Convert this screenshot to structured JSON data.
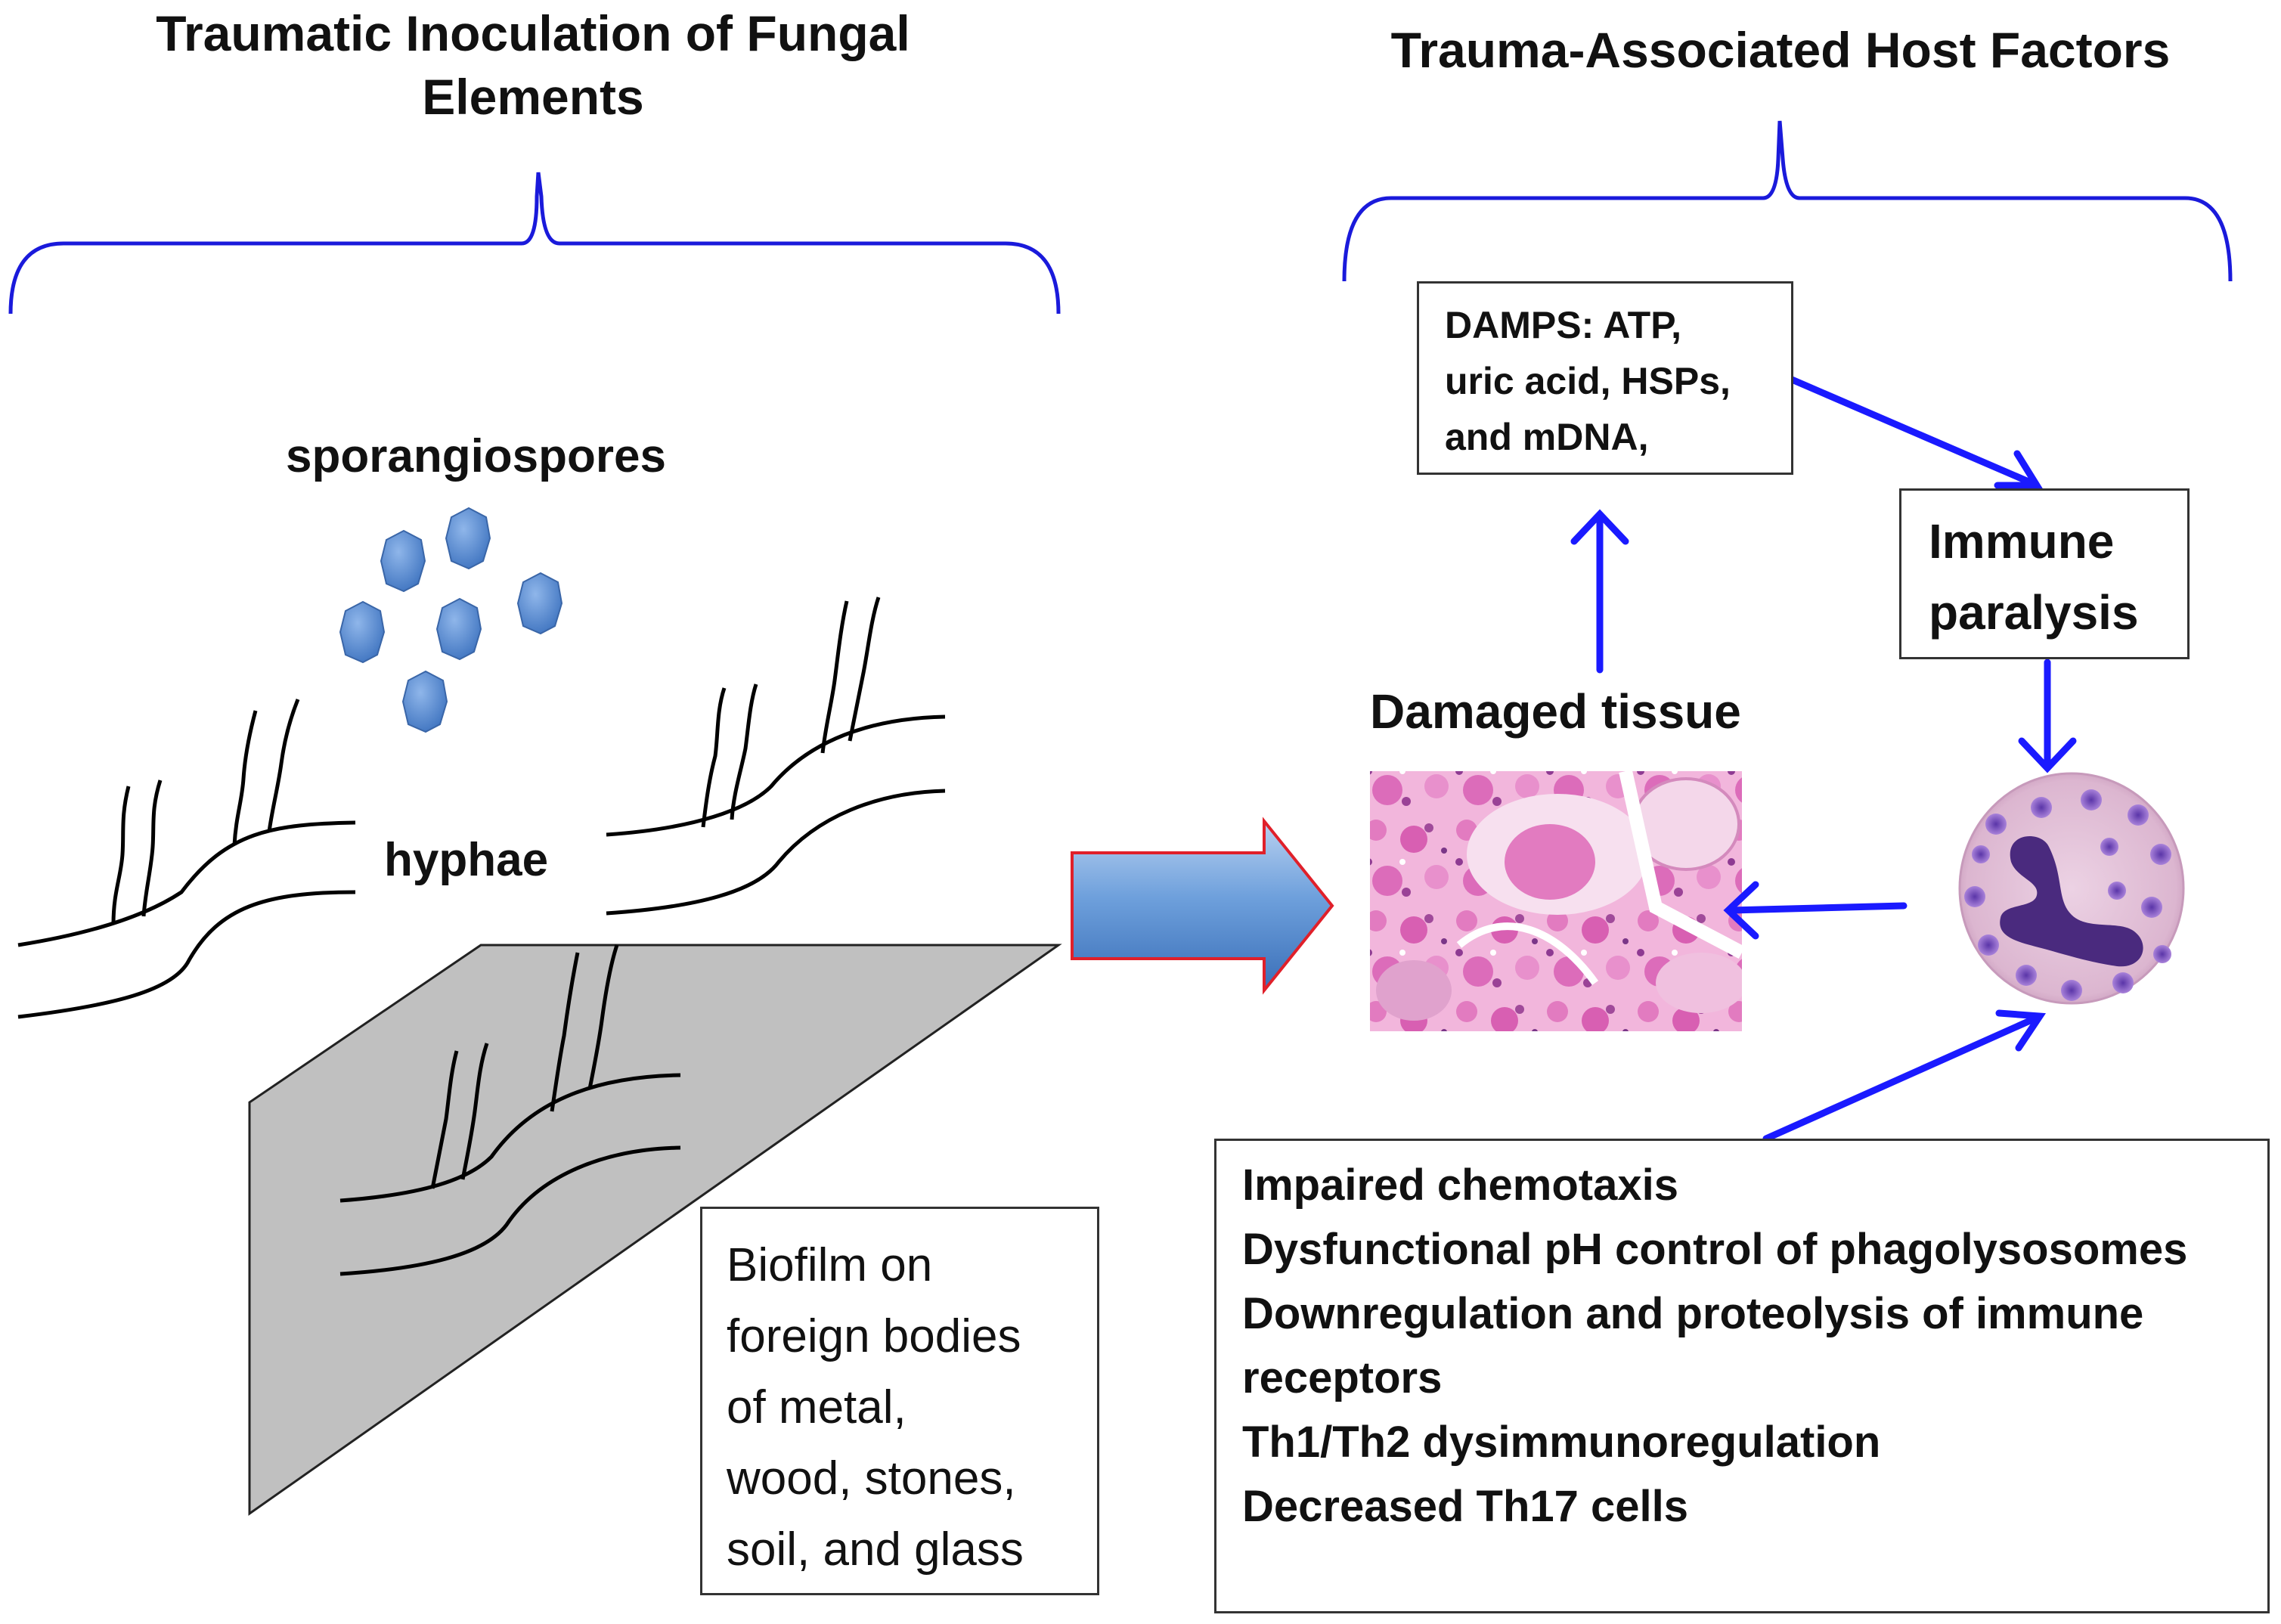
{
  "left_title": [
    "Traumatic Inoculation of Fungal",
    "Elements"
  ],
  "right_title": "Trauma-Associated Host Factors",
  "sporangiospores_label": "sporangiospores",
  "hyphae_label": "hyphae",
  "biofilm_lines": [
    "Biofilm on",
    "foreign bodies",
    "of metal,",
    "wood, stones,",
    "soil, and glass"
  ],
  "damps_lines": [
    "DAMPS: ATP,",
    "uric acid, HSPs,",
    "and mDNA,"
  ],
  "immune_paralysis_lines": [
    "Immune",
    "paralysis"
  ],
  "damaged_tissue_label": "Damaged tissue",
  "defects_lines": [
    "Impaired chemotaxis",
    "Dysfunctional pH control of phagolysosomes",
    "Downregulation and proteolysis of immune",
    "receptors",
    "Th1/Th2 dysimmunoregulation",
    "Decreased Th17 cells"
  ],
  "colors": {
    "bracket": "#1a1adb",
    "arrow_blue": "#1a1aff",
    "spore_fill": "#5b8fd6",
    "big_arrow_fill": "#6ea0dc",
    "big_arrow_outline": "#e0202a",
    "plate_fill": "#c0c0c0",
    "tissue_pink": "#e27bc0",
    "neutrophil_cytoplasm": "#e8c7de",
    "neutrophil_nucleus": "#4a2a7e",
    "granule": "#8a5cc8"
  }
}
